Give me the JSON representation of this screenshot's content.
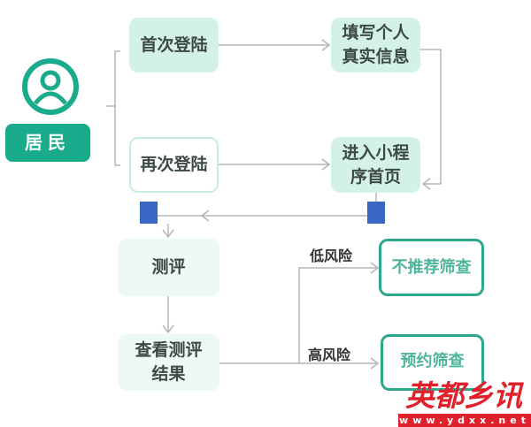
{
  "resident": {
    "icon": "user-avatar-icon",
    "label": "居民"
  },
  "nodes": {
    "first_login": "首次登陆",
    "fill_info": "填写个人真实信息",
    "again_login": "再次登陆",
    "enter_home": "进入小程序首页",
    "assessment": "测评",
    "view_result": "查看测评结果",
    "no_screening": "不推荐筛查",
    "book_screening": "预约筛查"
  },
  "edge_labels": {
    "low_risk": "低风险",
    "high_risk": "高风险"
  },
  "watermark": {
    "logo_text": "英都乡讯",
    "url": "www.ydxx.net"
  },
  "colors": {
    "accent": "#1aaa8c",
    "node_fill": "#d3f2e5",
    "junction": "#3a66c4",
    "watermark": "#e0202a"
  }
}
